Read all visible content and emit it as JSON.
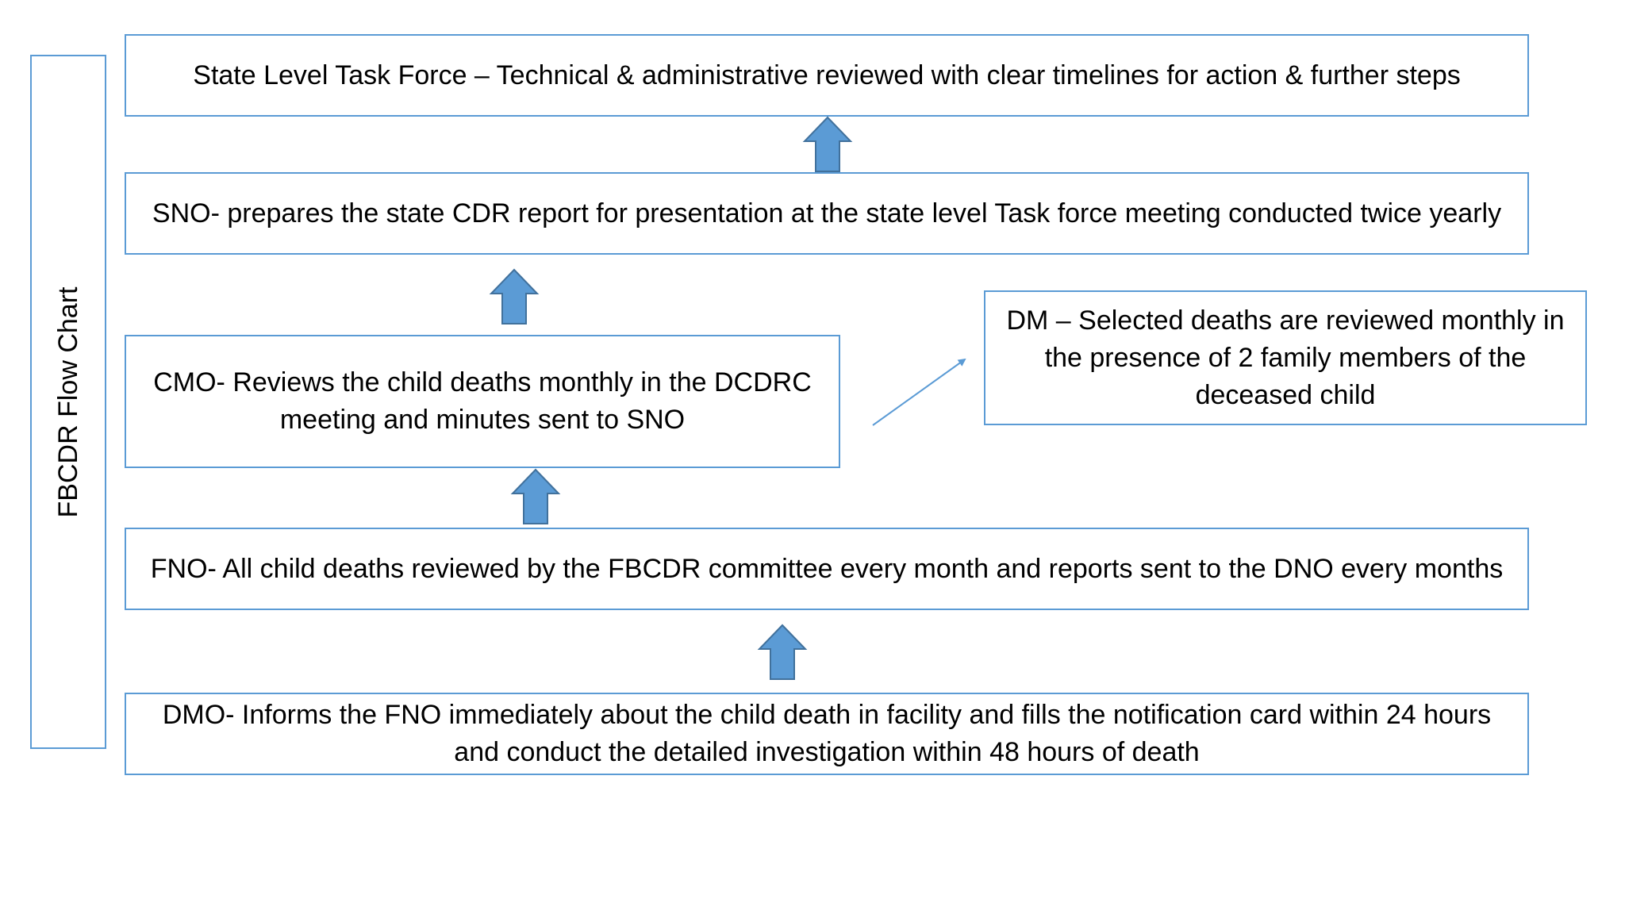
{
  "sidebar": {
    "label": "FBCDR Flow Chart"
  },
  "boxes": {
    "state_task_force": "State Level Task Force – Technical & administrative reviewed with clear timelines for action & further steps",
    "sno": "SNO- prepares the state CDR report for presentation at the state level Task force meeting conducted twice yearly",
    "cmo": "CMO- Reviews the child deaths monthly in the DCDRC meeting and minutes sent to SNO",
    "dm": "DM – Selected deaths are reviewed monthly in the presence of 2 family members of the deceased child",
    "fno": "FNO- All child deaths reviewed by the FBCDR committee every month and reports sent to the DNO every months",
    "dmo": "DMO- Informs the FNO immediately about the child death in facility and fills the notification card within 24 hours and conduct the detailed investigation within 48 hours of death"
  },
  "colors": {
    "border": "#5b9bd5",
    "arrow_fill": "#5b9bd5",
    "arrow_stroke": "#41719c",
    "connector": "#5b9bd5"
  }
}
